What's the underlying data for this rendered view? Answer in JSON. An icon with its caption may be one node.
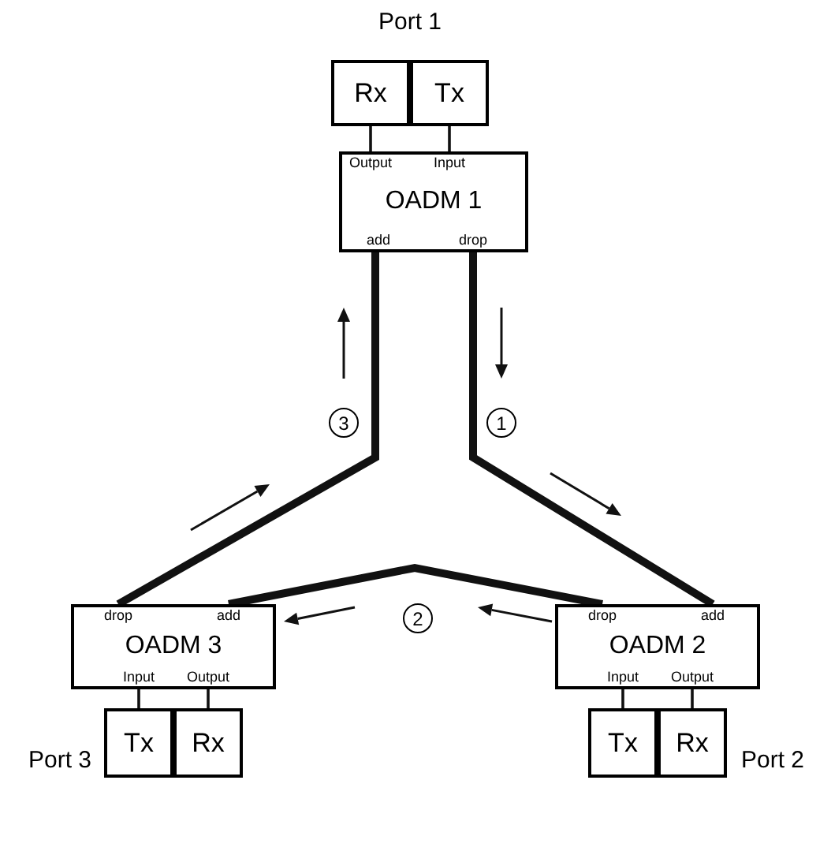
{
  "diagram": {
    "nodes": [
      {
        "text": [
          "Rx"
        ]
      },
      {
        "text": [
          "Tx"
        ]
      },
      {
        "text": [
          "Output",
          "Input",
          "OADM 1",
          "add",
          "drop"
        ]
      },
      {
        "text": [
          "drop",
          "add",
          "OADM 3",
          "Input",
          "Output"
        ]
      },
      {
        "text": [
          "drop",
          "add",
          "OADM 2",
          "Input",
          "Output"
        ]
      },
      {
        "text": [
          "Tx"
        ]
      },
      {
        "text": [
          "Rx"
        ]
      },
      {
        "text": [
          "Rx"
        ]
      },
      {
        "text": [
          "Tx"
        ]
      }
    ],
    "edges": [
      {
        "from": 0,
        "to": 2,
        "arrow": "none"
      },
      {
        "from": 1,
        "to": 2,
        "arrow": "none"
      },
      {
        "from": 2,
        "to": 4,
        "arrow": "none",
        "style": "thick"
      },
      {
        "from": 4,
        "to": 3,
        "arrow": "none",
        "style": "thick"
      },
      {
        "from": 3,
        "to": 2,
        "arrow": "none",
        "style": "thick"
      },
      {
        "from": 3,
        "to": 5,
        "arrow": "none"
      },
      {
        "from": 3,
        "to": 6,
        "arrow": "none"
      },
      {
        "from": 4,
        "to": 7,
        "arrow": "none"
      },
      {
        "from": 4,
        "to": 8,
        "arrow": "none"
      }
    ],
    "labels": [
      "Port 1",
      "3",
      "1",
      "2",
      "Port 3",
      "Port 2"
    ]
  }
}
